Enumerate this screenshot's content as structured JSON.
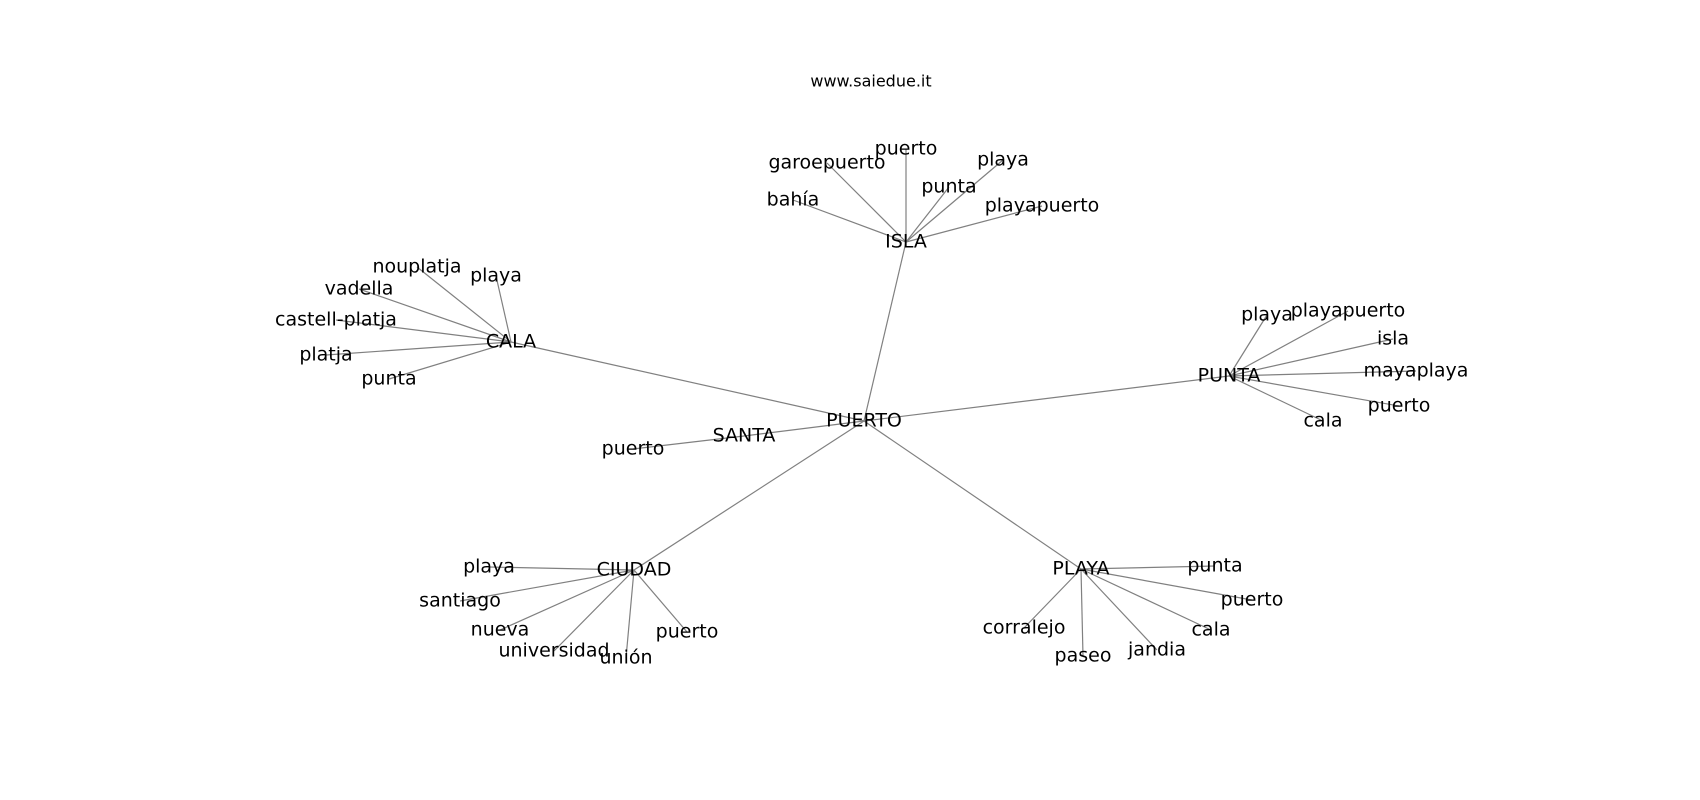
{
  "header": {
    "site": "www.saiedue.it"
  },
  "graph": {
    "root": "PUERTO",
    "branches": [
      {
        "name": "ISLA",
        "leaves": [
          "garoepuerto",
          "puerto",
          "playa",
          "punta",
          "bahía",
          "playapuerto"
        ]
      },
      {
        "name": "CALA",
        "leaves": [
          "nouplatja",
          "playa",
          "vadella",
          "castell-platja",
          "platja",
          "punta"
        ]
      },
      {
        "name": "PUNTA",
        "leaves": [
          "playa",
          "playapuerto",
          "isla",
          "mayaplaya",
          "puerto",
          "cala"
        ]
      },
      {
        "name": "SANTA",
        "leaves": [
          "puerto"
        ]
      },
      {
        "name": "CIUDAD",
        "leaves": [
          "playa",
          "santiago",
          "nueva",
          "universidad",
          "unión",
          "puerto"
        ]
      },
      {
        "name": "PLAYA",
        "leaves": [
          "punta",
          "puerto",
          "cala",
          "jandia",
          "paseo",
          "corralejo"
        ]
      }
    ]
  },
  "style": {
    "edge_color": "#808080",
    "text_color": "#000000",
    "background": "#ffffff"
  }
}
